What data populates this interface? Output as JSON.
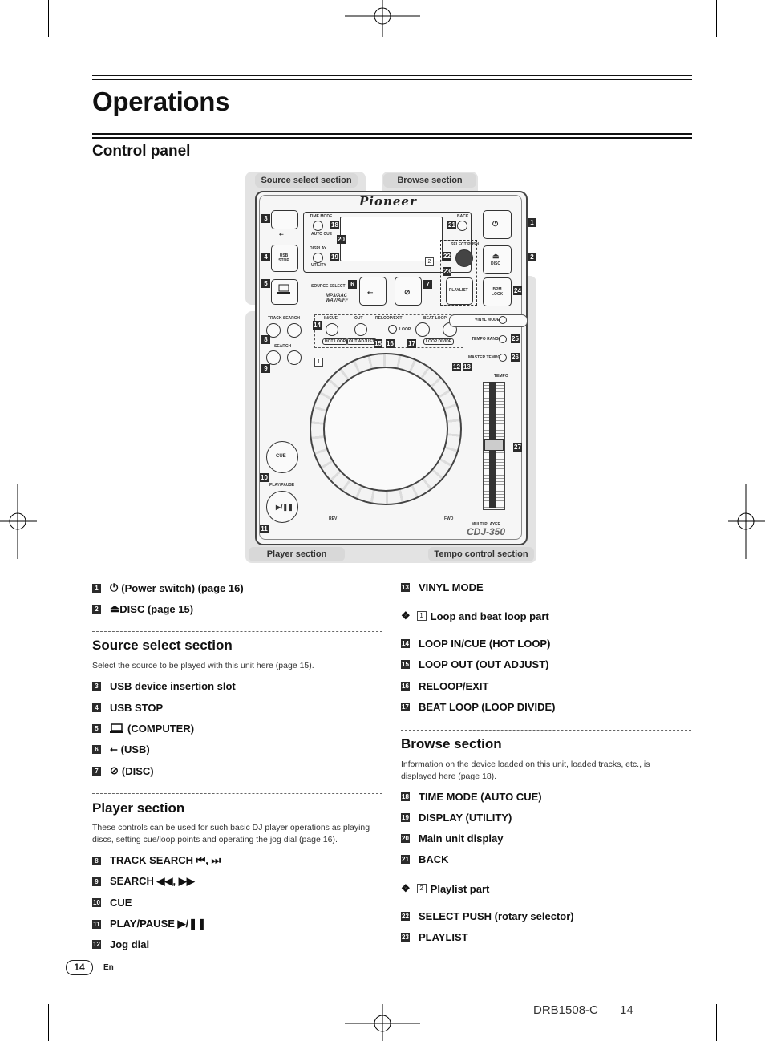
{
  "page": {
    "title": "Operations",
    "section": "Control panel",
    "page_number": "14",
    "lang": "En",
    "footer_code": "DRB1508-C",
    "footer_page": "14"
  },
  "diagram": {
    "zones": {
      "source_select": "Source select section",
      "browse": "Browse section",
      "player": "Player section",
      "tempo": "Tempo control section"
    },
    "brand": "Pioneer",
    "model": "CDJ-350",
    "model_sub": "MULTI PLAYER",
    "labels": {
      "time_mode": "TIME MODE",
      "auto_cue": "AUTO CUE",
      "display": "DISPLAY",
      "utility": "UTILITY",
      "back": "BACK",
      "select_push": "SELECT PUSH",
      "usb_stop": "USB STOP",
      "source_select": "SOURCE SELECT",
      "formats": "MP3/AAC WAV/AIFF",
      "playlist": "PLAYLIST",
      "bpm_lock": "BPM LOCK",
      "disc": "DISC",
      "track_search": "TRACK SEARCH",
      "search": "SEARCH",
      "in_cue": "IN/CUE",
      "out": "OUT",
      "reloop_exit": "RELOOP/EXIT",
      "beat_loop": "BEAT LOOP",
      "loop": "LOOP",
      "hot_loop": "HOT LOOP",
      "out_adjust": "OUT ADJUST",
      "loop_divide": "LOOP DIVIDE",
      "vinyl_mode": "VINYL MODE",
      "tempo_range": "TEMPO RANGE",
      "master_tempo": "MASTER TEMPO",
      "tempo": "TEMPO",
      "cue": "CUE",
      "play_pause": "PLAY/PAUSE",
      "rev": "REV",
      "fwd": "FWD"
    },
    "callouts": [
      "1",
      "2",
      "3",
      "4",
      "5",
      "6",
      "7",
      "8",
      "9",
      "10",
      "11",
      "12",
      "13",
      "14",
      "15",
      "16",
      "17",
      "18",
      "19",
      "20",
      "21",
      "22",
      "23",
      "24",
      "25",
      "26",
      "27"
    ],
    "outline_callouts": [
      "1",
      "2"
    ]
  },
  "left_column": {
    "items_top": [
      {
        "num": "1",
        "icon": "power-icon",
        "text": "(Power switch) (page 16)"
      },
      {
        "num": "2",
        "icon": "eject-icon",
        "text": "DISC (page 15)"
      }
    ],
    "source_select": {
      "heading": "Source select section",
      "desc": "Select the source to be played with this unit here (page 15).",
      "items": [
        {
          "num": "3",
          "text": "USB device insertion slot"
        },
        {
          "num": "4",
          "text": "USB STOP"
        },
        {
          "num": "5",
          "icon": "computer-icon",
          "text": "(COMPUTER)"
        },
        {
          "num": "6",
          "icon": "usb-icon",
          "text": "(USB)"
        },
        {
          "num": "7",
          "icon": "disc-icon",
          "text": "(DISC)"
        }
      ]
    },
    "player": {
      "heading": "Player section",
      "desc_line1": "These controls can be used for such basic DJ player operations as playing",
      "desc_line2": "discs, setting cue/loop points and operating the jog dial (page 16).",
      "items": [
        {
          "num": "8",
          "text": "TRACK SEARCH ⏮, ⏭"
        },
        {
          "num": "9",
          "text": "SEARCH ◀◀, ▶▶"
        },
        {
          "num": "10",
          "text": "CUE"
        },
        {
          "num": "11",
          "text": "PLAY/PAUSE ▶/❚❚"
        },
        {
          "num": "12",
          "text": "Jog dial"
        }
      ]
    }
  },
  "right_column": {
    "items_top": [
      {
        "num": "13",
        "text": "VINYL MODE"
      }
    ],
    "loop_part": {
      "marker": "❖",
      "num": "1",
      "heading": "Loop and beat loop part",
      "items": [
        {
          "num": "14",
          "text": "LOOP IN/CUE (HOT LOOP)"
        },
        {
          "num": "15",
          "text": "LOOP OUT (OUT ADJUST)"
        },
        {
          "num": "16",
          "text": "RELOOP/EXIT"
        },
        {
          "num": "17",
          "text": "BEAT LOOP (LOOP DIVIDE)"
        }
      ]
    },
    "browse": {
      "heading": "Browse section",
      "desc_line1": "Information on the device loaded on this unit, loaded tracks, etc., is",
      "desc_line2": "displayed here (page 18).",
      "items": [
        {
          "num": "18",
          "text": "TIME MODE (AUTO CUE)"
        },
        {
          "num": "19",
          "text": "DISPLAY (UTILITY)"
        },
        {
          "num": "20",
          "text": "Main unit display"
        },
        {
          "num": "21",
          "text": "BACK"
        }
      ]
    },
    "playlist_part": {
      "marker": "❖",
      "num": "2",
      "heading": "Playlist part",
      "items": [
        {
          "num": "22",
          "text": "SELECT PUSH (rotary selector)"
        },
        {
          "num": "23",
          "text": "PLAYLIST"
        }
      ]
    }
  }
}
